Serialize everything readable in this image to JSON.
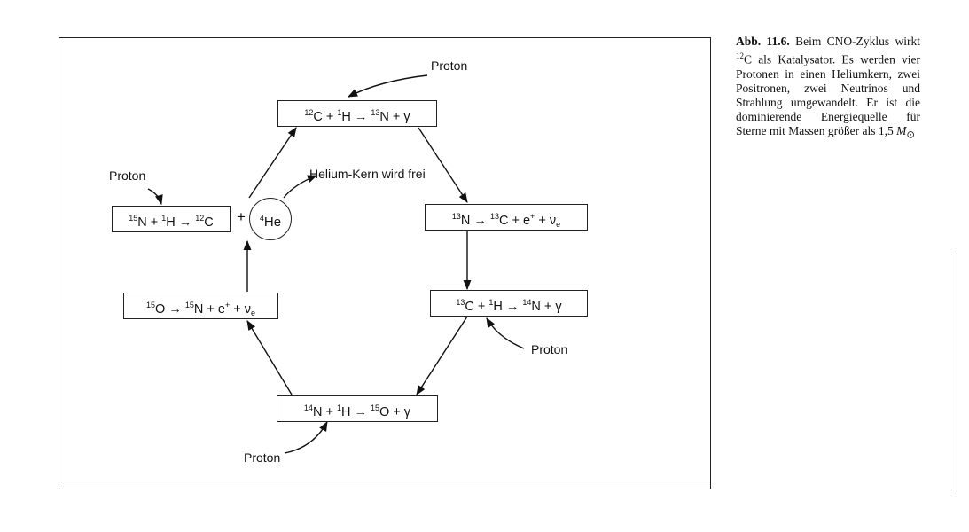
{
  "figure": {
    "labels": {
      "proton_top": "Proton",
      "proton_left": "Proton",
      "proton_right": "Proton",
      "proton_bottom": "Proton",
      "helium_free": "Helium-Kern wird frei",
      "plus": "+"
    },
    "boxes": {
      "c12_p": {
        "a": "12",
        "b": "C + ",
        "c": "1",
        "d": "H → ",
        "e": "13",
        "f": "N + γ"
      },
      "n13_decay": {
        "a": "13",
        "b": "N → ",
        "c": "13",
        "d": "C + e",
        "e": "+",
        "f": " + ν",
        "g": "e"
      },
      "c13_p": {
        "a": "13",
        "b": "C + ",
        "c": "1",
        "d": "H → ",
        "e": "14",
        "f": "N + γ"
      },
      "n14_p": {
        "a": "14",
        "b": "N + ",
        "c": "1",
        "d": "H → ",
        "e": "15",
        "f": "O + γ"
      },
      "o15_decay": {
        "a": "15",
        "b": "O → ",
        "c": "15",
        "d": "N + e",
        "e": "+",
        "f": " + ν",
        "g": "e"
      },
      "n15_p": {
        "a": "15",
        "b": "N + ",
        "c": "1",
        "d": "H → ",
        "e": "12",
        "f": "C"
      }
    },
    "helium": {
      "mass": "4",
      "symbol": "He"
    }
  },
  "caption": {
    "label": "Abb. 11.6.",
    "part1": " Beim CNO-Zyklus wirkt ",
    "sup12": "12",
    "part2": "C als Katalysator. Es werden vier Protonen in einen Heliumkern, zwei Positronen, zwei Neutrinos und Strahlung umgewandelt. Er ist die dominierende Energiequelle für Sterne mit Massen größer als 1,5 ",
    "mass_symbol": "M",
    "sun_symbol": "⊙"
  }
}
